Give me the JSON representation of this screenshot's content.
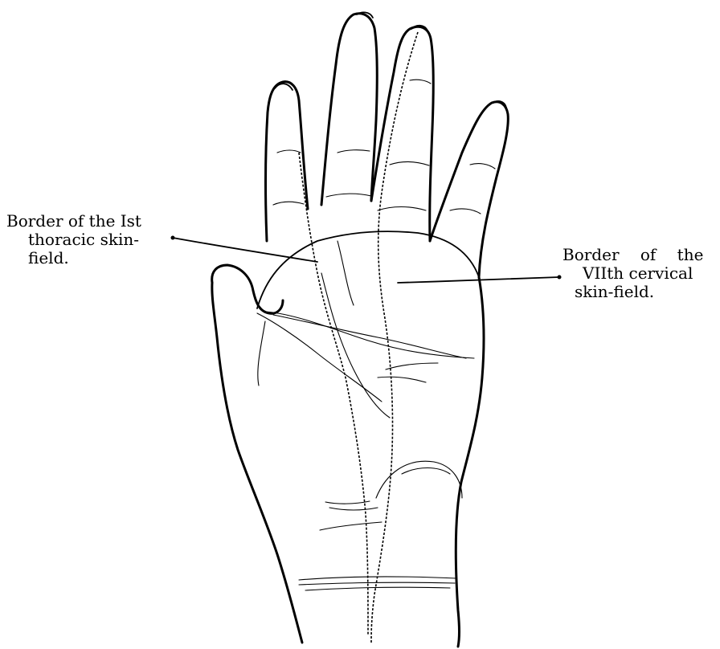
{
  "labels": {
    "first_thoracic": {
      "line1": "Border of the Ist",
      "line2": "thoracic skin-",
      "line3": "field."
    },
    "seventh_cervical": {
      "line1": "Border of the",
      "line2": "VIIth cervical",
      "line3": "skin-field."
    }
  },
  "colors": {
    "ink": "#000000",
    "paper": "#ffffff"
  }
}
